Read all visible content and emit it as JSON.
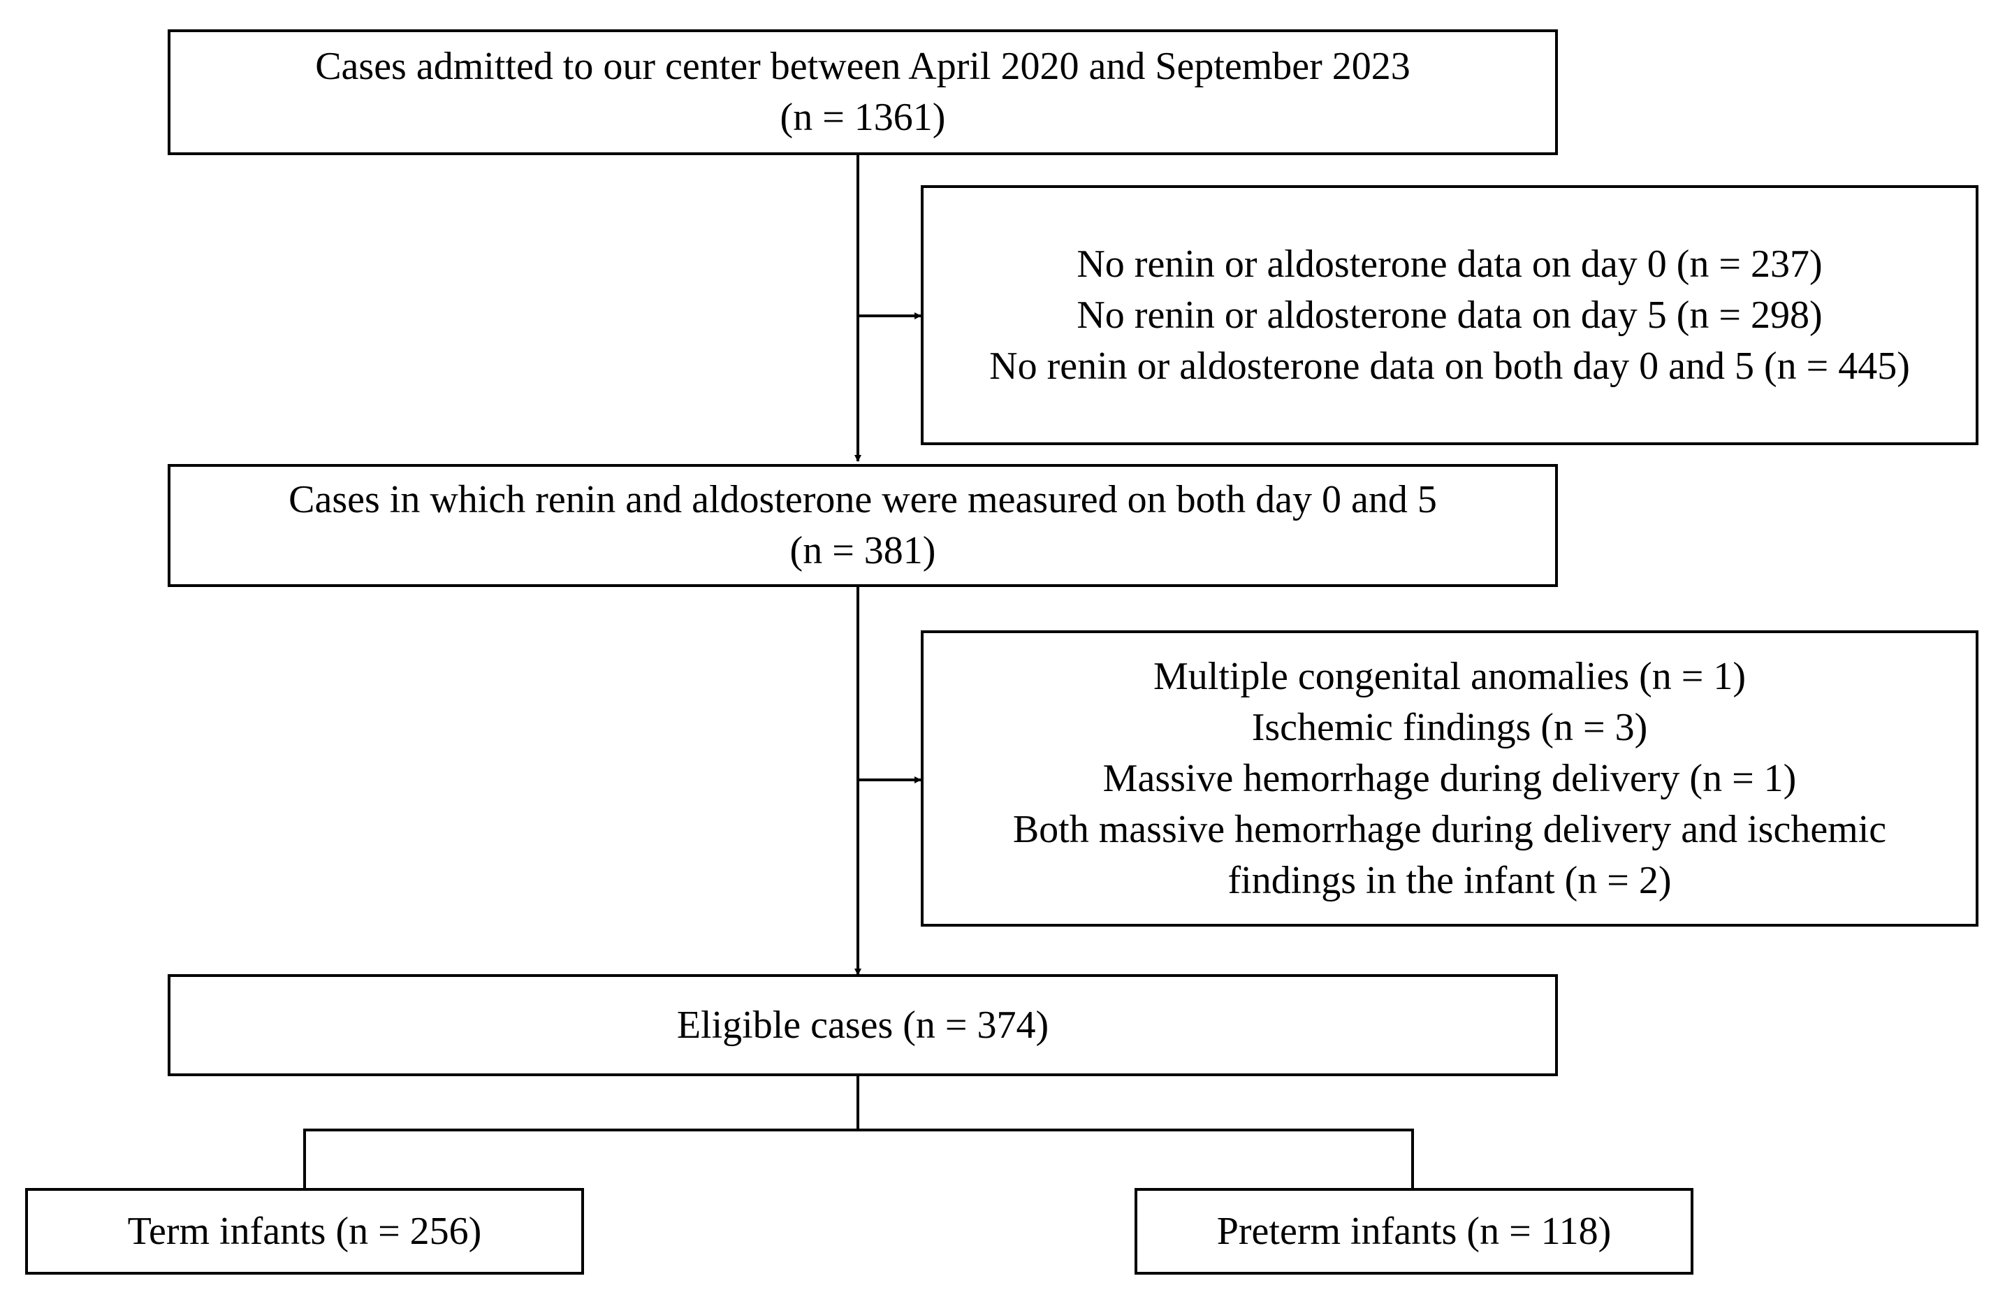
{
  "flowchart": {
    "admitted": {
      "line1": "Cases admitted to our center between April 2020 and September 2023",
      "line2": "(n = 1361)"
    },
    "exclusion1": {
      "items": [
        "No renin or aldosterone data on day 0 (n = 237)",
        "No renin or aldosterone data on day 5 (n = 298)",
        "No renin or aldosterone data on both day 0 and 5 (n = 445)"
      ]
    },
    "measured": {
      "line1": "Cases in which renin and aldosterone were measured on both day 0 and 5",
      "line2": "(n = 381)"
    },
    "exclusion2": {
      "items": [
        "Multiple congenital anomalies (n = 1)",
        "Ischemic findings (n = 3)",
        "Massive hemorrhage during delivery (n = 1)",
        "Both massive hemorrhage during delivery and ischemic",
        "findings in the infant (n = 2)"
      ]
    },
    "eligible": {
      "label": "Eligible cases (n = 374)"
    },
    "term": {
      "label": "Term infants (n = 256)"
    },
    "preterm": {
      "label": "Preterm infants (n = 118)"
    }
  }
}
